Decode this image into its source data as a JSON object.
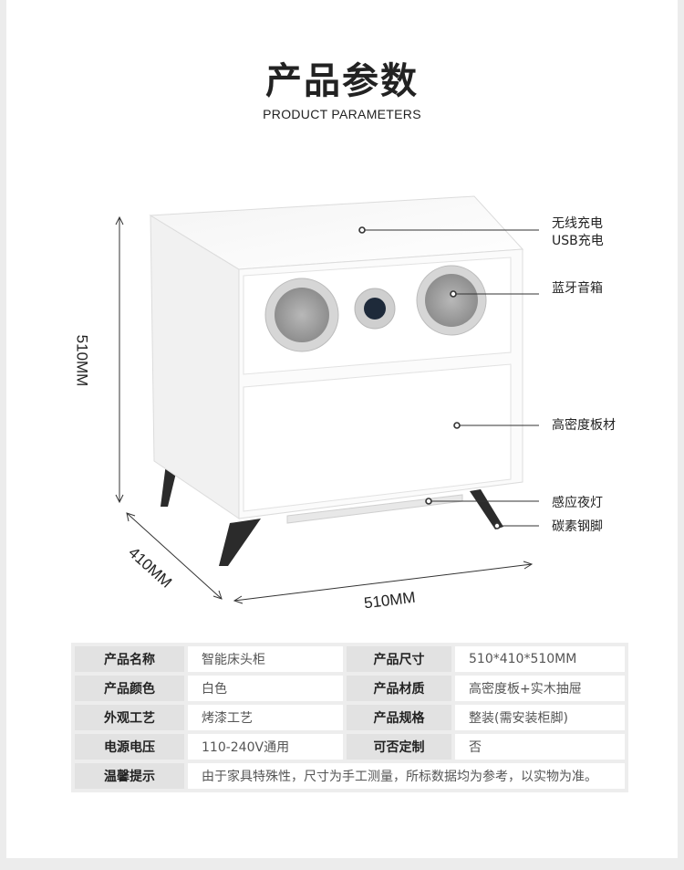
{
  "header": {
    "title": "产品参数",
    "subtitle": "PRODUCT PARAMETERS"
  },
  "callouts": {
    "wireless": "无线充电",
    "usb": "USB充电",
    "speaker": "蓝牙音箱",
    "board": "高密度板材",
    "nightlight": "感应夜灯",
    "legs": "碳素钢脚"
  },
  "dimensions": {
    "height": "510MM",
    "depth": "410MM",
    "width": "510MM"
  },
  "params": {
    "rows": [
      {
        "k1": "产品名称",
        "v1": "智能床头柜",
        "k2": "产品尺寸",
        "v2": "510*410*510MM"
      },
      {
        "k1": "产品颜色",
        "v1": "白色",
        "k2": "产品材质",
        "v2": "高密度板+实木抽屉"
      },
      {
        "k1": "外观工艺",
        "v1": "烤漆工艺",
        "k2": "产品规格",
        "v2": "整装(需安装柜脚)"
      },
      {
        "k1": "电源电压",
        "v1": "110-240V通用",
        "k2": "可否定制",
        "v2": "否"
      }
    ],
    "note_key": "温馨提示",
    "note_value": "由于家具特殊性，尺寸为手工测量，所标数据均为参考，以实物为准。"
  },
  "colors": {
    "cabinet": "#ffffff",
    "legs": "#2b2b2b",
    "speaker_ring": "#c9c9c9",
    "table_key_bg": "#e2e2e2"
  }
}
